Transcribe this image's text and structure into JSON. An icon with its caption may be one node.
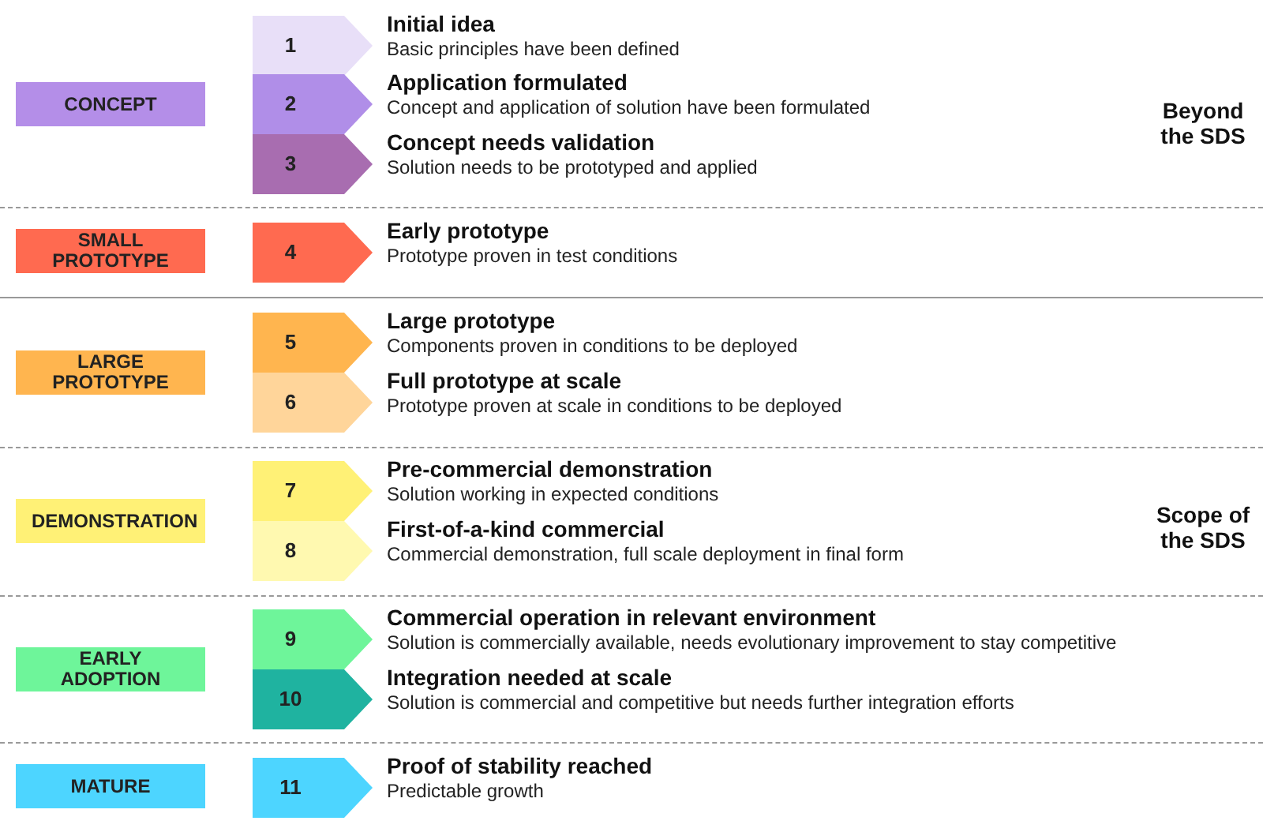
{
  "diagram": {
    "nodes": [
      {
        "text": [
          "CONCEPT"
        ]
      },
      {
        "text": [
          "1"
        ],
        "beside": [
          "Initial idea",
          "Basic principles have been defined"
        ]
      },
      {
        "text": [
          "2"
        ],
        "beside": [
          "Application formulated",
          "Concept and application of solution have been formulated"
        ]
      },
      {
        "text": [
          "3"
        ],
        "beside": [
          "Concept needs validation",
          "Solution needs to be prototyped and applied"
        ]
      },
      {
        "text": [
          "SMALL PROTOTYPE"
        ]
      },
      {
        "text": [
          "4"
        ],
        "beside": [
          "Early prototype",
          "Prototype proven in test conditions"
        ]
      },
      {
        "text": [
          "LARGE PROTOTYPE"
        ]
      },
      {
        "text": [
          "5"
        ],
        "beside": [
          "Large prototype",
          "Components proven in conditions to be deployed"
        ]
      },
      {
        "text": [
          "6"
        ],
        "beside": [
          "Full prototype at scale",
          "Prototype proven at scale in conditions to be deployed"
        ]
      },
      {
        "text": [
          "DEMONSTRATION"
        ]
      },
      {
        "text": [
          "7"
        ],
        "beside": [
          "Pre-commercial demonstration",
          "Solution working in expected conditions"
        ]
      },
      {
        "text": [
          "8"
        ],
        "beside": [
          "First-of-a-kind commercial",
          "Commercial demonstration, full scale deployment in final form"
        ]
      },
      {
        "text": [
          "EARLY ADOPTION"
        ]
      },
      {
        "text": [
          "9"
        ],
        "beside": [
          "Commercial operation in relevant environment",
          "Solution is commercially available, needs evolutionary improvement to stay competitive"
        ]
      },
      {
        "text": [
          "10"
        ],
        "beside": [
          "Integration needed at scale",
          "Solution is commercial and competitive but needs further integration efforts"
        ]
      },
      {
        "text": [
          "MATURE"
        ]
      },
      {
        "text": [
          "11"
        ],
        "beside": [
          "Proof of stability reached",
          "Predictable growth"
        ]
      }
    ],
    "labels": [
      "Beyond the SDS",
      "Scope of the SDS"
    ]
  }
}
